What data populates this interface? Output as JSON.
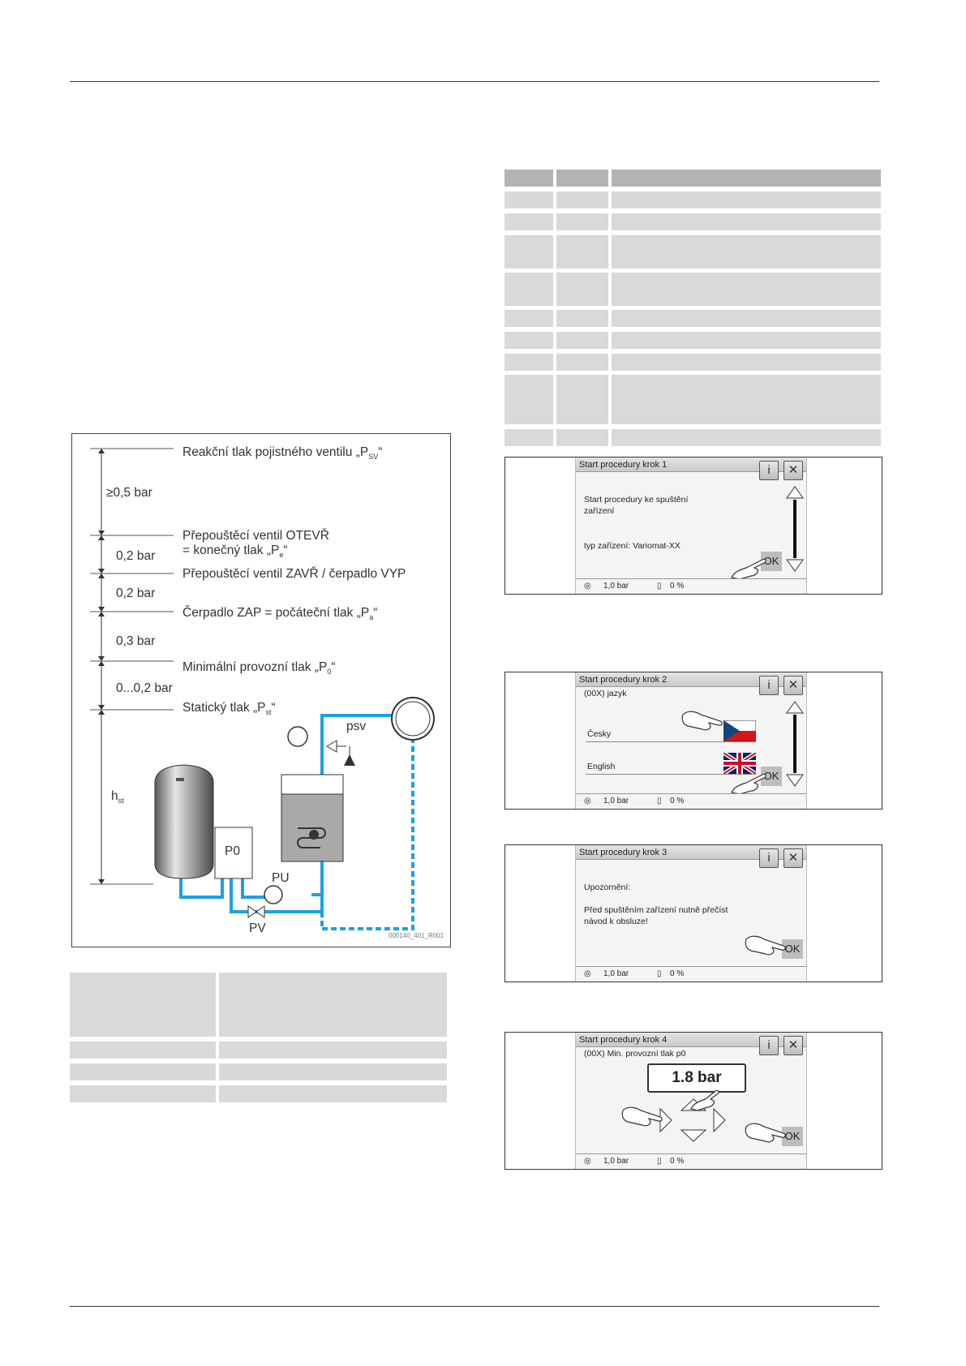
{
  "diagram": {
    "labels": {
      "psv_reaction": "Reakční tlak pojistného ventilu „P",
      "psv_reaction_sub": "SV",
      "psv_reaction_end": "“",
      "d1": "≥0,5 bar",
      "open_valve_1": "Přepouštěcí ventil OTEVŘ",
      "open_valve_2": "= konečný tlak „P",
      "open_valve_sub": "e",
      "open_valve_end": "“",
      "d2": "0,2 bar",
      "close_valve": "Přepouštěcí ventil ZAVŘ / čerpadlo VYP",
      "d3": "0,2 bar",
      "pump_on": "Čerpadlo ZAP = počáteční tlak „P",
      "pump_on_sub": "a",
      "pump_on_end": "“",
      "d4": "0,3 bar",
      "min_pressure": "Minimální provozní tlak „P",
      "min_pressure_sub": "0",
      "min_pressure_end": "“",
      "d5": "0...0,2 bar",
      "static_pressure": "Statický tlak „P",
      "static_pressure_sub": "st",
      "static_pressure_end": "“",
      "hst": "h",
      "hst_sub": "st",
      "psv": "psv",
      "p0": "P0",
      "pu": "PU",
      "pv": "PV",
      "code": "000140_401_R001"
    }
  },
  "screens": [
    {
      "title": "Start procedury krok 1",
      "lines": [
        "Start procedury ke spuštění",
        "zařízení",
        "typ zařízení: Variomat-XX"
      ],
      "ok": "OK",
      "status_pressure": "1,0 bar",
      "status_level": "0 %"
    },
    {
      "title": "Start procedury krok 2",
      "lines": [
        "(00X) jazyk",
        "Česky",
        "English"
      ],
      "ok": "OK",
      "status_pressure": "1,0 bar",
      "status_level": "0 %"
    },
    {
      "title": "Start procedury krok 3",
      "lines": [
        "Upozornění:",
        "Před spuštěním zařízení nutně přečíst",
        "návod k obsluze!"
      ],
      "ok": "OK",
      "status_pressure": "1,0 bar",
      "status_level": "0 %"
    },
    {
      "title": "Start procedury krok 4",
      "lines": [
        "(00X) Min. provozní tlak p0"
      ],
      "value": "1.8 bar",
      "ok": "OK",
      "status_pressure": "1,0 bar",
      "status_level": "0 %"
    }
  ],
  "icons": {
    "info": "i",
    "close": "✕"
  }
}
